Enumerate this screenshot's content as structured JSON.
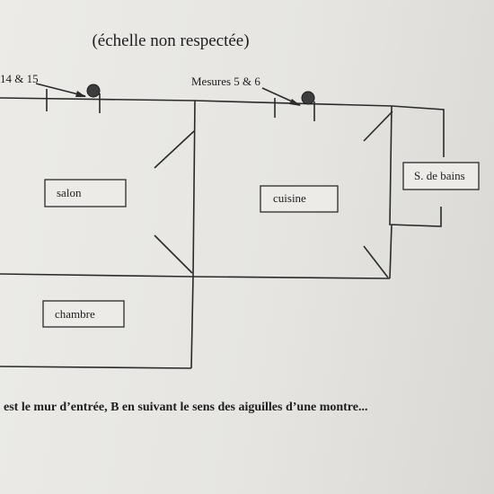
{
  "title": "(échelle non respectée)",
  "measure_labels": {
    "left": "14 & 15",
    "middle": "Mesures 5 & 6"
  },
  "rooms": {
    "salon": "salon",
    "cuisine": "cuisine",
    "bathroom": "S. de bains",
    "chambre": "chambre"
  },
  "caption": "est le mur d’entrée, B en suivant le sens des aiguilles d’une montre..."
}
